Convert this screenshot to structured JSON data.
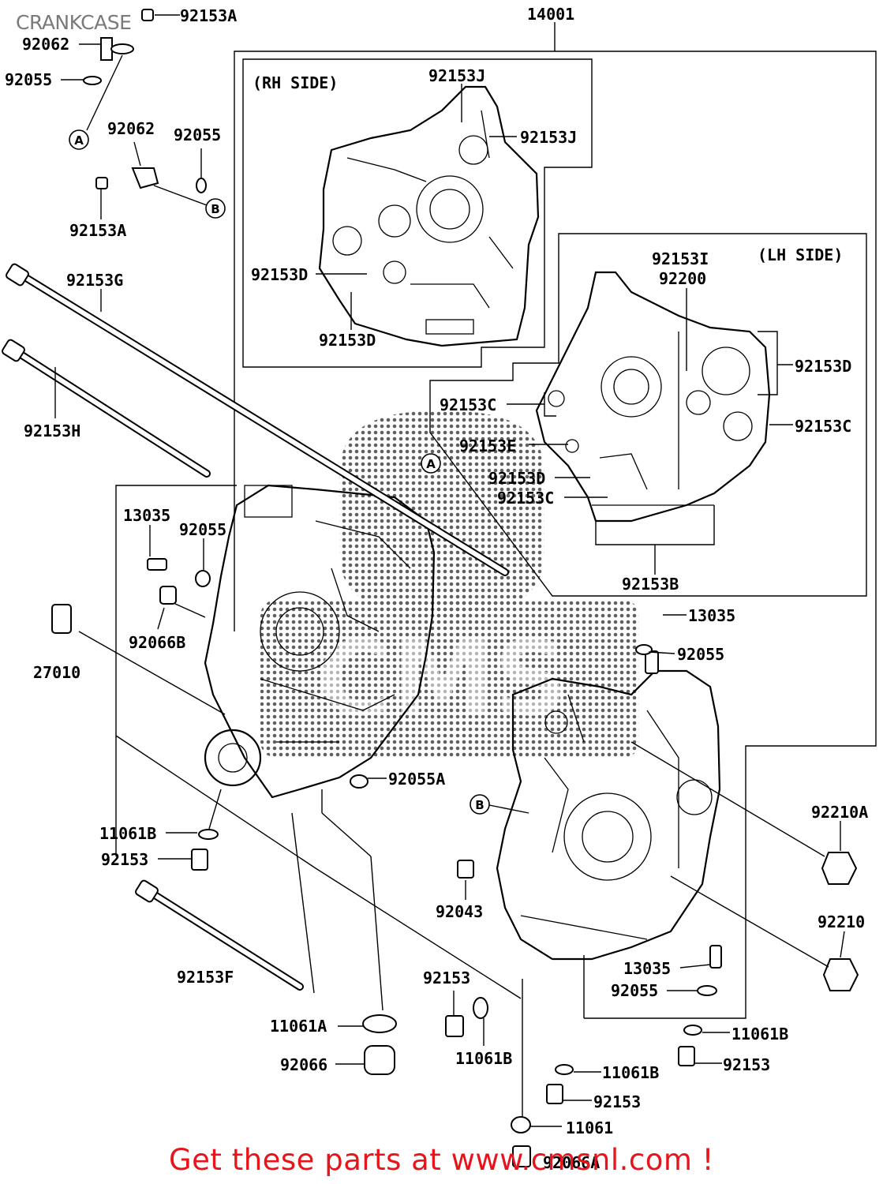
{
  "title": "CRANKCASE",
  "promo": "Get these parts at www.cmsnl.com !",
  "watermark": "CMS",
  "colors": {
    "promo": "#e8141c",
    "title": "#7a7a7a",
    "ink": "#000000",
    "watermark": "#444444"
  },
  "sections": {
    "rh": "(RH SIDE)",
    "lh": "(LH SIDE)"
  },
  "callouts": {
    "a": "A",
    "b": "B"
  },
  "labels": {
    "l_92153A_1": "92153A",
    "l_92062_1": "92062",
    "l_92055_1": "92055",
    "l_92062_2": "92062",
    "l_92055_2": "92055",
    "l_92153A_2": "92153A",
    "l_14001": "14001",
    "l_92153J_1": "92153J",
    "l_92153J_2": "92153J",
    "l_92153D_rh1": "92153D",
    "l_92153D_rh2": "92153D",
    "l_92153I": "92153I",
    "l_92200": "92200",
    "l_92153D_lh": "92153D",
    "l_92153C_1": "92153C",
    "l_92153C_2": "92153C",
    "l_92153E": "92153E",
    "l_92153D_lh2": "92153D",
    "l_92153C_3": "92153C",
    "l_92153B": "92153B",
    "l_92153G": "92153G",
    "l_92153H": "92153H",
    "l_13035_1": "13035",
    "l_92055_3": "92055",
    "l_92066B": "92066B",
    "l_27010": "27010",
    "l_13035_2": "13035",
    "l_92055_4": "92055",
    "l_92055A": "92055A",
    "l_11061B_1": "11061B",
    "l_92153_1": "92153",
    "l_92210A": "92210A",
    "l_92043": "92043",
    "l_92210": "92210",
    "l_13035_3": "13035",
    "l_92055_5": "92055",
    "l_92153F": "92153F",
    "l_92153_2": "92153",
    "l_11061A": "11061A",
    "l_11061B_2": "11061B",
    "l_92066": "92066",
    "l_11061B_3": "11061B",
    "l_92153_3": "92153",
    "l_11061B_4": "11061B",
    "l_92153_4": "92153",
    "l_11061": "11061",
    "l_92066A": "92066A"
  }
}
